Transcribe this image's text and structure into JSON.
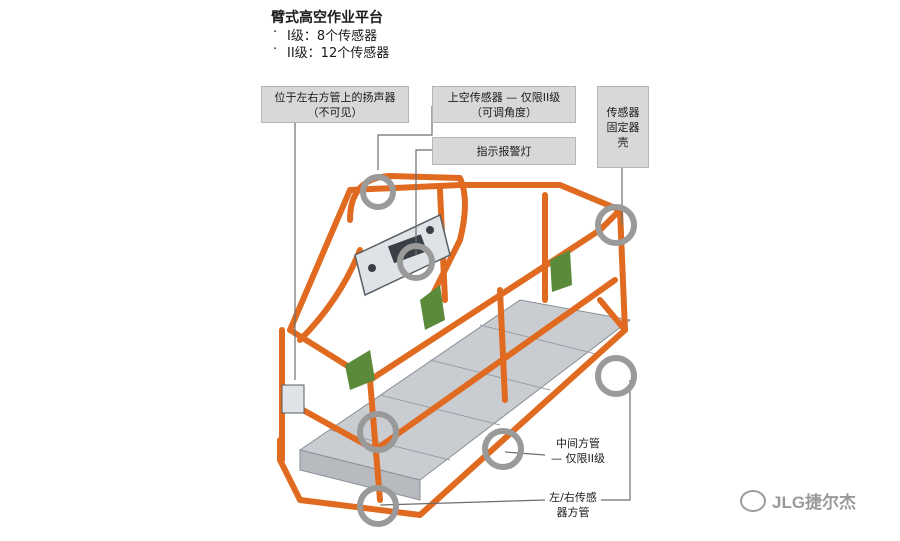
{
  "header": {
    "title": "臂式高空作业平台",
    "bullets": [
      "I级：8个传感器",
      "II级：12个传感器"
    ],
    "bullet_marker": "·"
  },
  "callouts": {
    "speaker": [
      "位于左右方管上的扬声器",
      "（不可见）"
    ],
    "overhead_sensor": [
      "上空传感器 — 仅限II级",
      "（可调角度）"
    ],
    "warning_light": [
      "指示报警灯"
    ],
    "sensor_housing": [
      "传感器",
      "固定器",
      "壳"
    ],
    "middle_tube": [
      "中间方管",
      "— 仅限II级"
    ],
    "side_tube": [
      "左/右传感",
      "器方管"
    ]
  },
  "watermark": {
    "text": "JLG捷尔杰",
    "icon": "wechat-icon"
  },
  "colors": {
    "frame_orange": "#e06a1f",
    "callout_fill": "#d8d8d8",
    "sensor_ring": "#9a9a9a",
    "floor": "#c9cdd2",
    "bracket_green": "#5a8a3a"
  }
}
